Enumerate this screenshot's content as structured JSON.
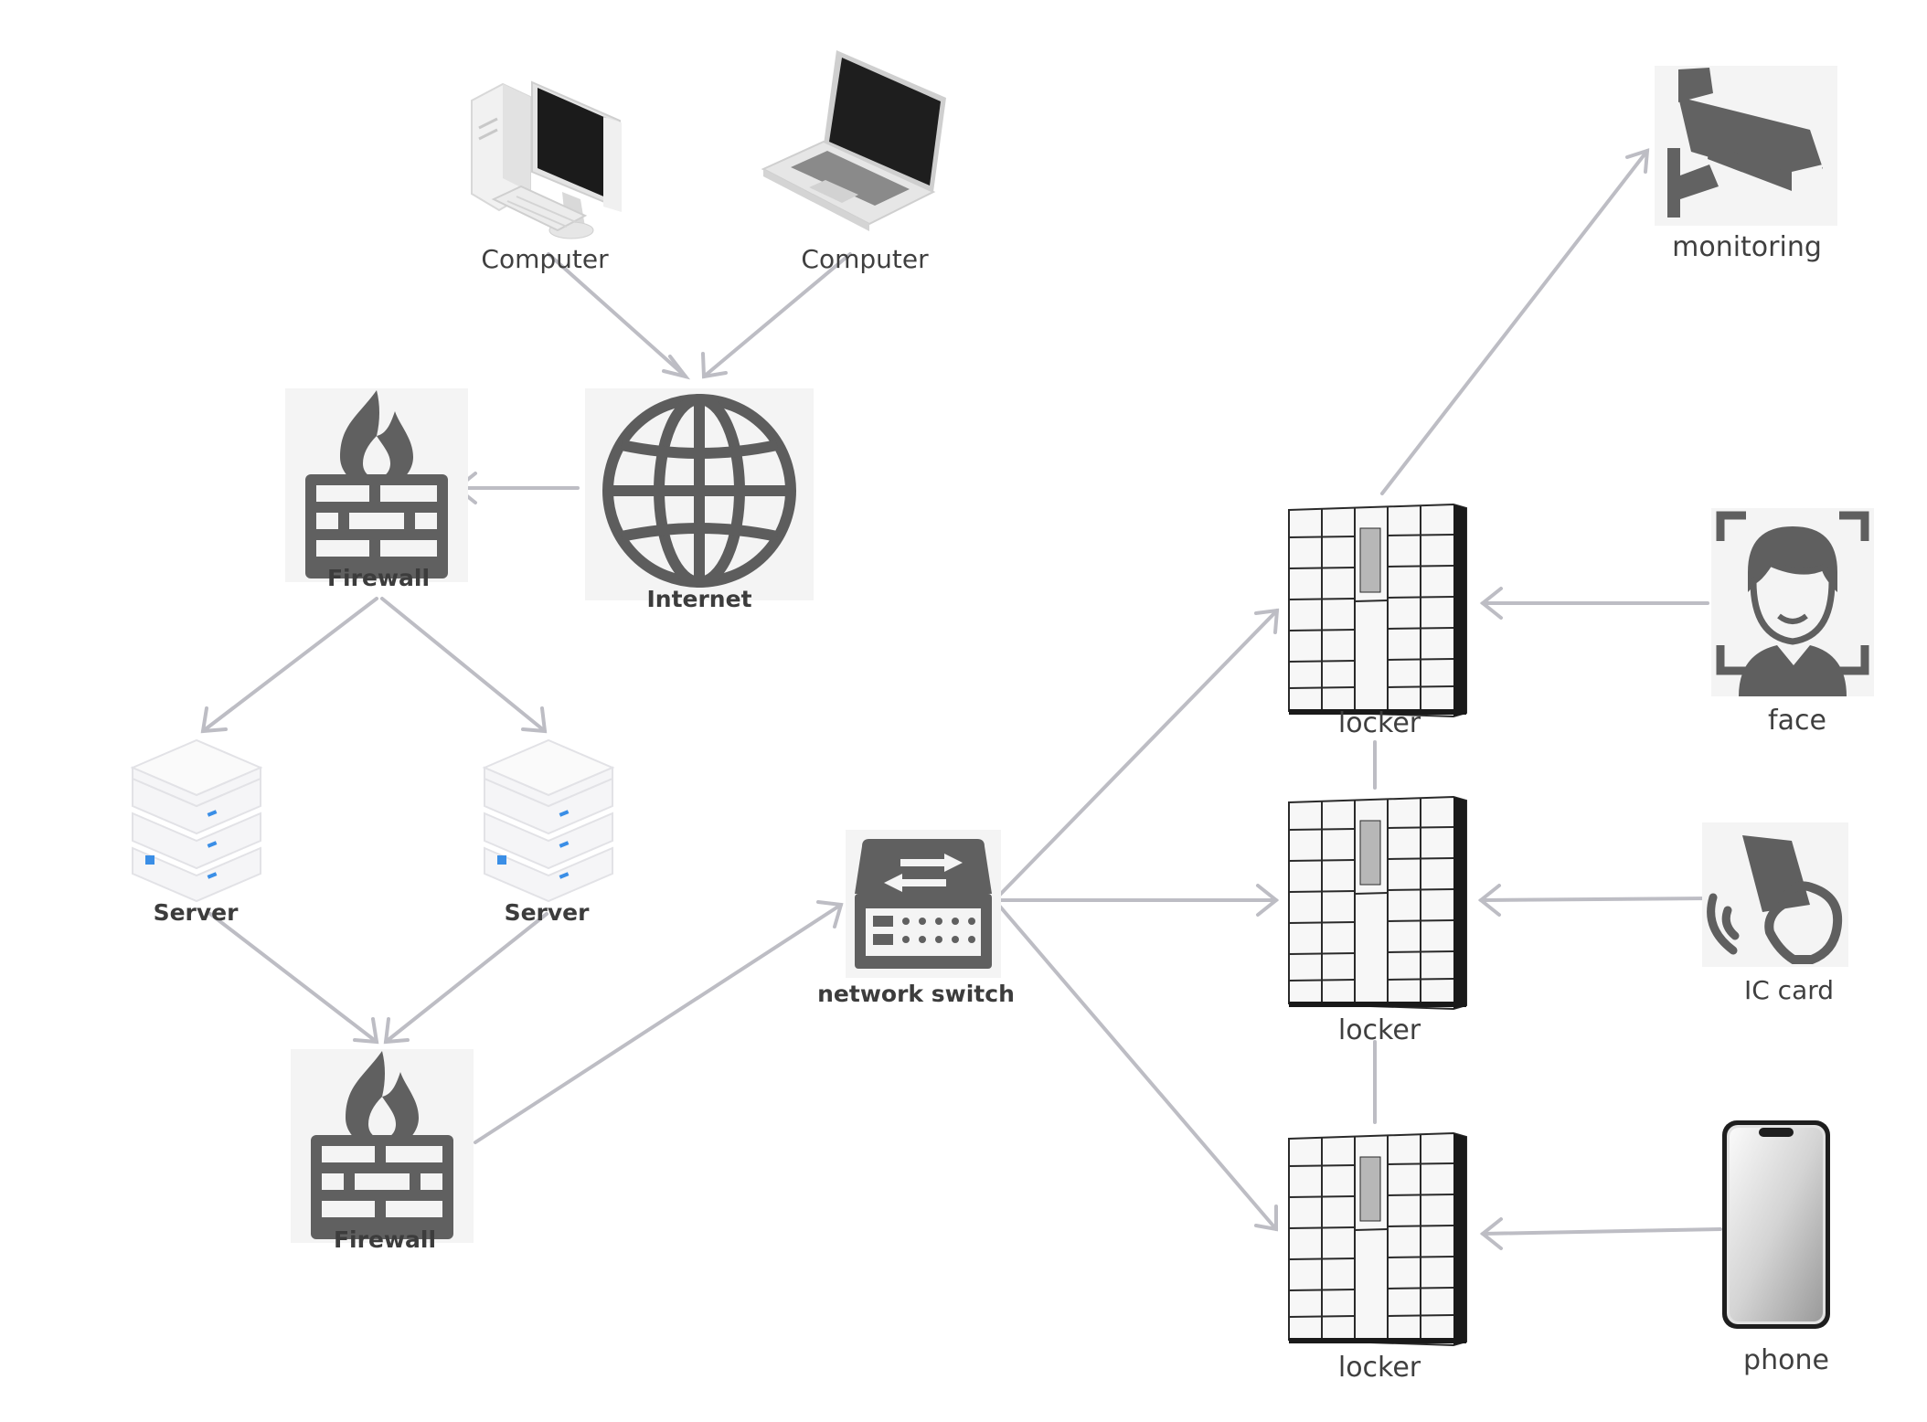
{
  "nodes": {
    "computer_desktop": {
      "label": "Computer",
      "icon": "desktop-computer-icon"
    },
    "computer_laptop": {
      "label": "Computer",
      "icon": "laptop-icon"
    },
    "internet": {
      "label": "Internet",
      "icon": "globe-icon"
    },
    "firewall_top": {
      "label": "Firewall",
      "icon": "firewall-icon"
    },
    "server_left": {
      "label": "Server",
      "icon": "server-icon"
    },
    "server_right": {
      "label": "Server",
      "icon": "server-icon"
    },
    "firewall_bottom": {
      "label": "Firewall",
      "icon": "firewall-icon"
    },
    "network_switch": {
      "label": "network switch",
      "icon": "network-switch-icon"
    },
    "locker_top": {
      "label": "locker",
      "icon": "locker-icon"
    },
    "locker_middle": {
      "label": "locker",
      "icon": "locker-icon"
    },
    "locker_bottom": {
      "label": "locker",
      "icon": "locker-icon"
    },
    "monitoring": {
      "label": "monitoring",
      "icon": "security-camera-icon"
    },
    "face": {
      "label": "face",
      "icon": "face-recognition-icon"
    },
    "ic_card": {
      "label": "IC card",
      "icon": "contactless-card-icon"
    },
    "phone": {
      "label": "phone",
      "icon": "smartphone-icon"
    }
  },
  "edges": [
    {
      "from": "computer_desktop",
      "to": "internet"
    },
    {
      "from": "computer_laptop",
      "to": "internet"
    },
    {
      "from": "internet",
      "to": "firewall_top"
    },
    {
      "from": "firewall_top",
      "to": "server_left"
    },
    {
      "from": "firewall_top",
      "to": "server_right"
    },
    {
      "from": "server_left",
      "to": "firewall_bottom"
    },
    {
      "from": "server_right",
      "to": "firewall_bottom"
    },
    {
      "from": "firewall_bottom",
      "to": "network_switch"
    },
    {
      "from": "network_switch",
      "to": "locker_top"
    },
    {
      "from": "network_switch",
      "to": "locker_middle"
    },
    {
      "from": "network_switch",
      "to": "locker_bottom"
    },
    {
      "from": "locker_top",
      "to": "monitoring"
    },
    {
      "from": "face",
      "to": "locker_top"
    },
    {
      "from": "ic_card",
      "to": "locker_middle"
    },
    {
      "from": "phone",
      "to": "locker_bottom"
    },
    {
      "from": "locker_top",
      "to": "locker_middle",
      "arrow": false
    },
    {
      "from": "locker_middle",
      "to": "locker_bottom",
      "arrow": false
    }
  ],
  "colors": {
    "edge": "#bdbdc4",
    "icon_dark": "#5f5f5f",
    "label": "#3a3a3a"
  }
}
